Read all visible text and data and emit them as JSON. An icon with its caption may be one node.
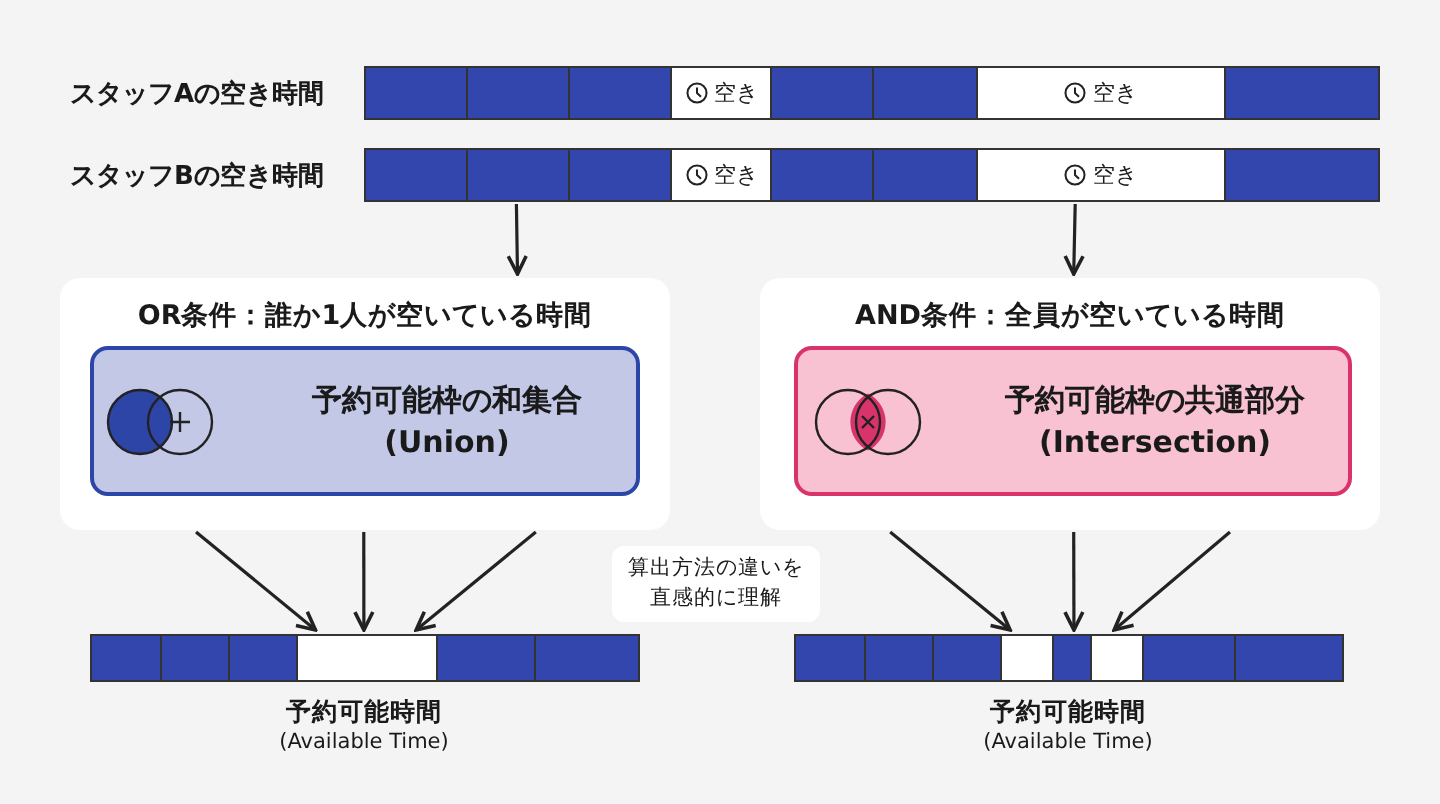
{
  "diagram": {
    "nodes": [
      {
        "text": [
          "空き",
          "空き"
        ],
        "beside": [
          "スタッフAの空き時間"
        ]
      },
      {
        "text": [
          "空き",
          "空き"
        ],
        "beside": [
          "スタッフBの空き時間"
        ]
      },
      {
        "text": [
          "OR条件：誰か1人が空いている時間"
        ]
      },
      {
        "text": [
          "予約可能枠の和集合 (Union)"
        ],
        "in": 2
      },
      {
        "text": [
          "AND条件：全員が空いている時間"
        ]
      },
      {
        "text": [
          "予約可能枠の共通部分 (Intersection)"
        ],
        "in": 4
      },
      {
        "text": [
          "算出方法の違いを直感的に理解"
        ]
      },
      {
        "text": [],
        "shape": "bar",
        "beside": [
          "予約可能時間",
          "(Available Time)"
        ]
      },
      {
        "text": [],
        "shape": "bar",
        "beside": [
          "予約可能時間",
          "(Available Time)"
        ]
      }
    ],
    "edges": [
      {
        "from": 1,
        "to": 2,
        "arrow": "to"
      },
      {
        "from": 1,
        "to": 4,
        "arrow": "to"
      },
      {
        "from": 2,
        "to": 7,
        "arrow": "to"
      },
      {
        "from": 2,
        "to": 7,
        "arrow": "to"
      },
      {
        "from": 2,
        "to": 7,
        "arrow": "to"
      },
      {
        "from": 4,
        "to": 8,
        "arrow": "to"
      },
      {
        "from": 4,
        "to": 8,
        "arrow": "to"
      },
      {
        "from": 4,
        "to": 8,
        "arrow": "to"
      }
    ]
  }
}
